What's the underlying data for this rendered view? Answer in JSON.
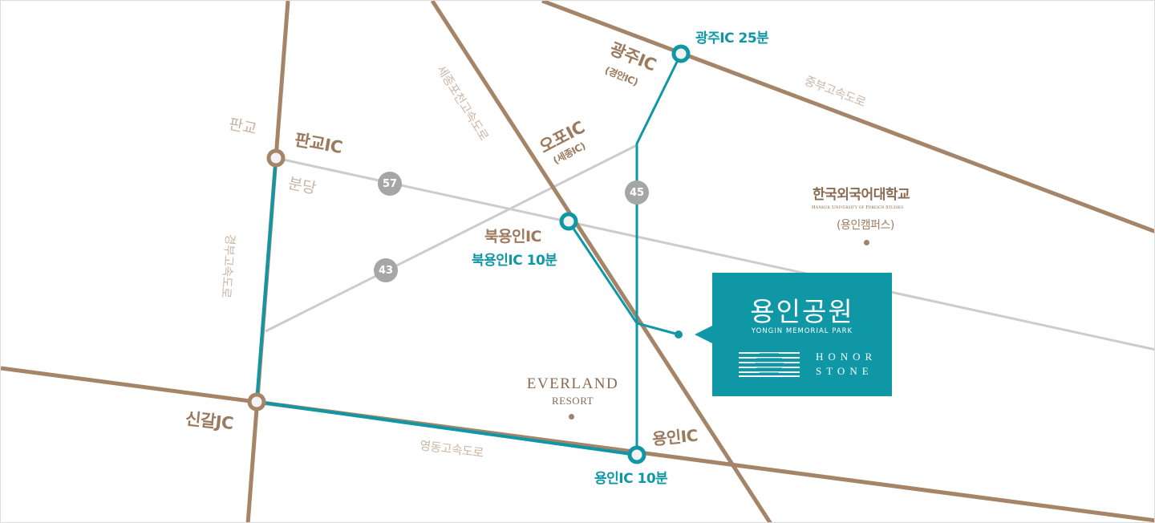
{
  "colors": {
    "road_brown": "#a58467",
    "route_teal": "#0f97a6",
    "local_road_gray": "#cccccc",
    "badge_gray": "#a6a6a6",
    "label_brown": "#9c7a5e",
    "highway_label": "#cbb7a6",
    "background": "#ffffff"
  },
  "interchanges": {
    "pangyo": {
      "name": "판교IC"
    },
    "gwangju": {
      "name": "광주IC",
      "alt": "(경안IC)",
      "time": "광주IC 25분"
    },
    "opo": {
      "name": "오포IC",
      "alt": "(세종IC)"
    },
    "bukyongin": {
      "name": "북용인IC",
      "time": "북용인IC 10분"
    },
    "singal": {
      "name": "신갈JC"
    },
    "yongin": {
      "name": "용인IC",
      "time": "용인IC 10분"
    }
  },
  "highways": {
    "gyeongbu": "경부고속도로",
    "yeongdong": "영동고속도로",
    "jungbu": "중부고속도로",
    "sejong_pocheon": "세종포천고속도로"
  },
  "towns": {
    "pangyo": "판교",
    "bundang": "분당"
  },
  "route_badges": [
    "57",
    "45",
    "43"
  ],
  "landmarks": {
    "hufs": {
      "name": "한국외국어대학교",
      "english": "Hankuk University of Foreign Studies",
      "campus": "(용인캠퍼스)"
    },
    "everland": {
      "name": "EVERLAND",
      "sub": "RESORT"
    }
  },
  "destination": {
    "name_kr": "용인공원",
    "name_en": "YONGIN MEMORIAL PARK",
    "brand_line1": "HONOR",
    "brand_line2": "STONE"
  }
}
